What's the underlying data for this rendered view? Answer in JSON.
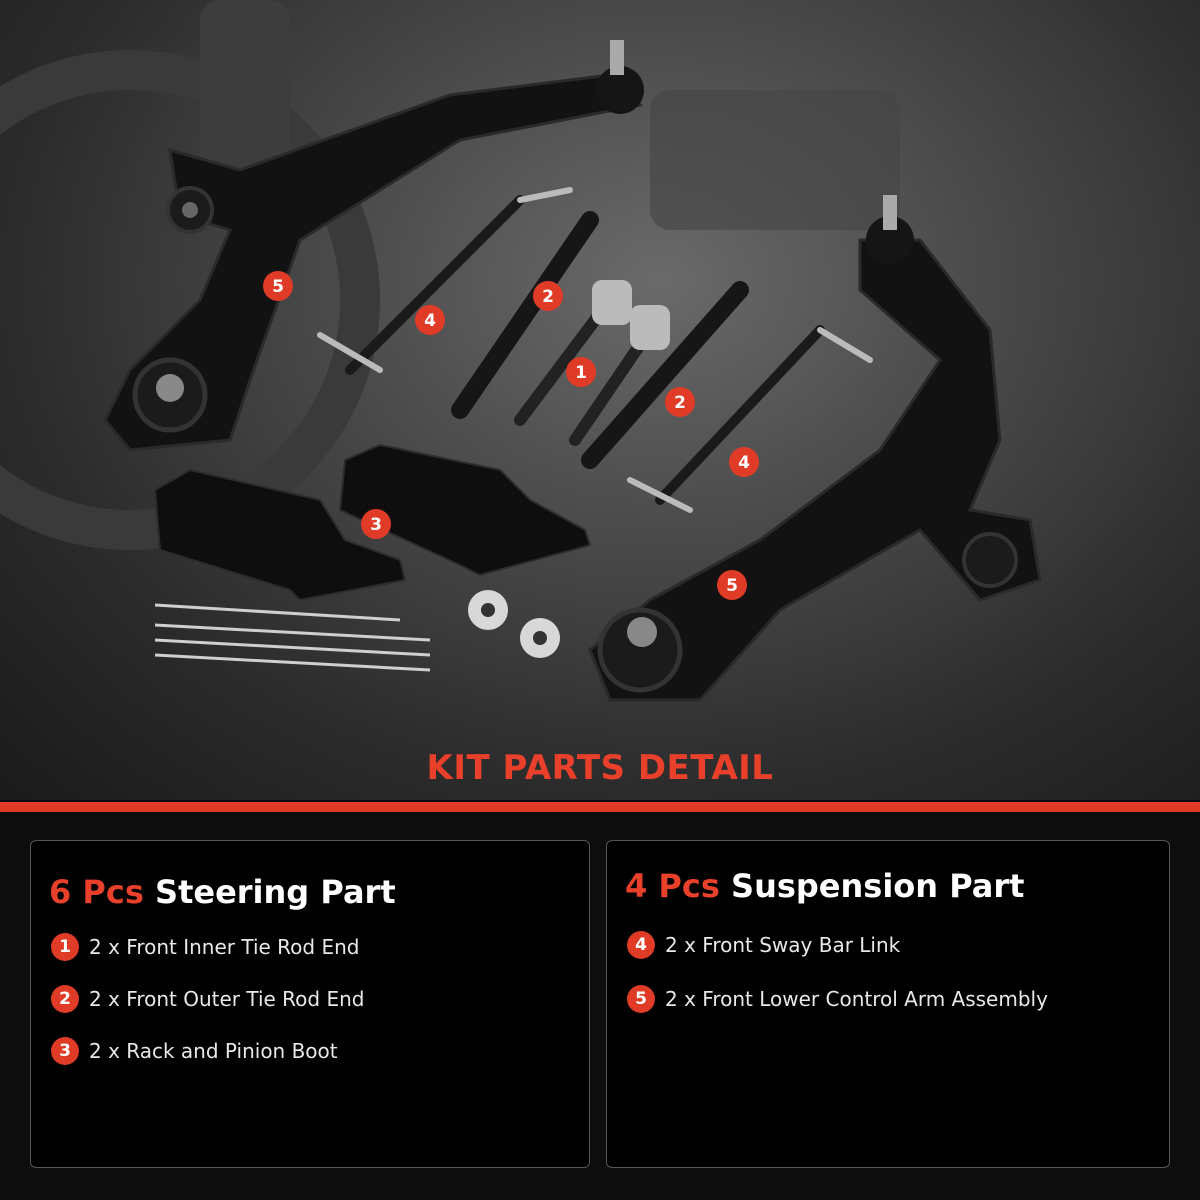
{
  "section_title": "KIT PARTS DETAIL",
  "accent_color": "#e03b26",
  "callouts": [
    "5",
    "4",
    "2",
    "1",
    "2",
    "4",
    "3",
    "5"
  ],
  "steering": {
    "count": "6 Pcs",
    "heading": "Steering Part",
    "items": [
      {
        "num": "1",
        "text": "2 x Front Inner Tie Rod End"
      },
      {
        "num": "2",
        "text": "2 x Front Outer Tie Rod End"
      },
      {
        "num": "3",
        "text": "2 x Rack and Pinion Boot"
      }
    ]
  },
  "suspension": {
    "count": "4 Pcs",
    "heading": "Suspension Part",
    "items": [
      {
        "num": "4",
        "text": "2 x Front Sway Bar Link"
      },
      {
        "num": "5",
        "text": "2 x Front Lower Control Arm Assembly"
      }
    ]
  }
}
